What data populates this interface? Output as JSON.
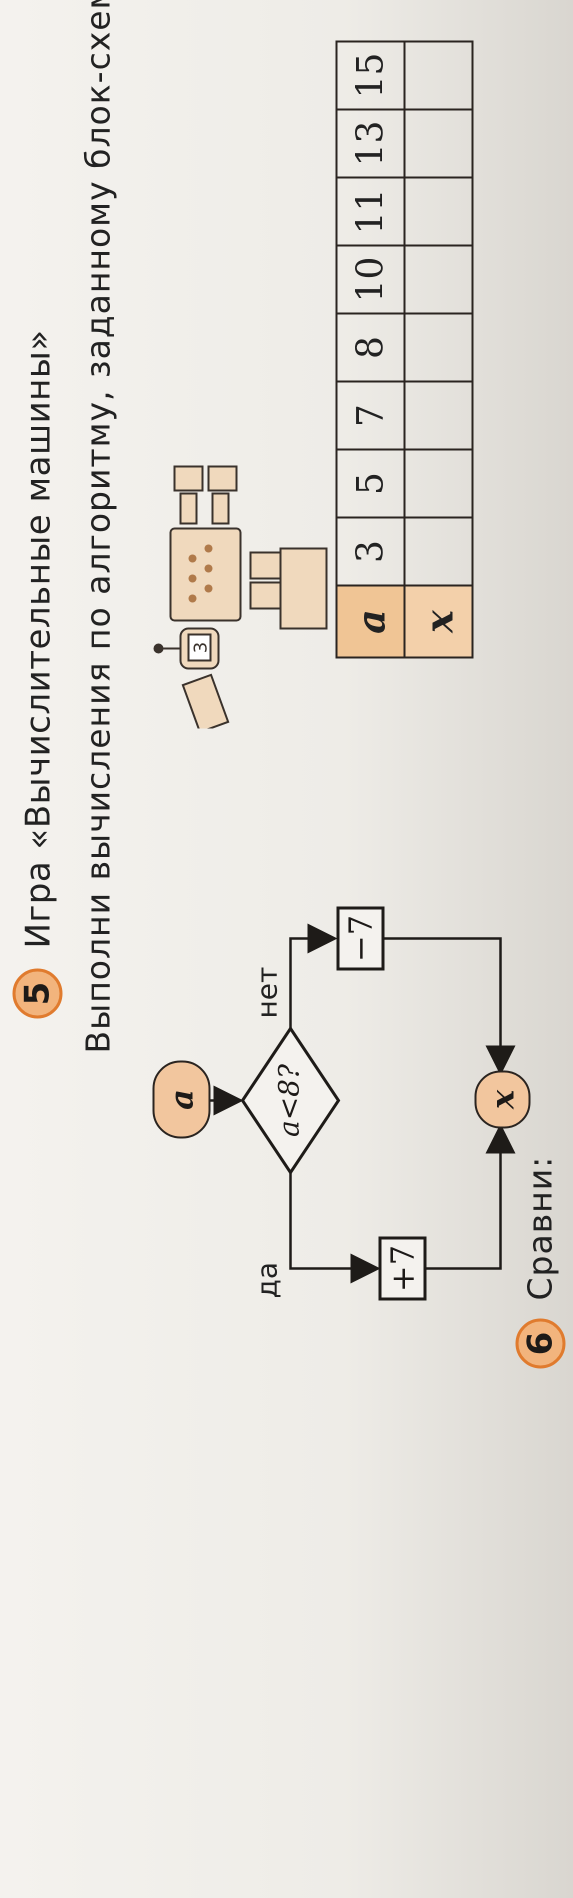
{
  "task5": {
    "number": "5",
    "title": "Игра «Вычислительные машины»",
    "instruction": "Выполни вычисления по алгоритму, заданному блок-схемой:"
  },
  "flowchart": {
    "start": "a",
    "condition": "a<8?",
    "yes_label": "да",
    "no_label": "нет",
    "yes_action": "+7",
    "no_action": "−7",
    "end": "x"
  },
  "table": {
    "row_a_header": "a",
    "row_x_header": "x",
    "a_values": [
      "3",
      "5",
      "7",
      "8",
      "10",
      "11",
      "13",
      "15"
    ],
    "x_values": [
      "",
      "",
      "",
      "",
      "",
      "",
      "",
      ""
    ]
  },
  "task6": {
    "number": "6",
    "text": "Сравни:"
  },
  "illustration": {
    "robot_screen": "3"
  },
  "colors": {
    "accent": "#e07b2e",
    "fill": "#f2c69e"
  }
}
